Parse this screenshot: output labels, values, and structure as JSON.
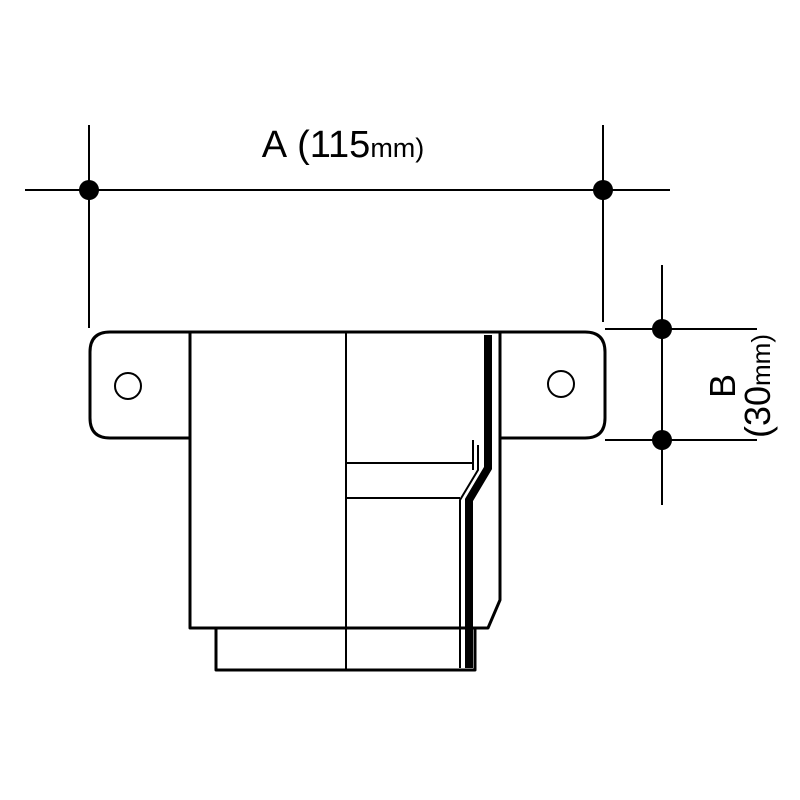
{
  "colors": {
    "line": "#000000",
    "background": "#ffffff"
  },
  "dimension_a": {
    "letter": "A",
    "value": "(115",
    "unit": "mm)"
  },
  "dimension_b": {
    "letter": "B",
    "value": "(30",
    "unit": "mm)"
  }
}
